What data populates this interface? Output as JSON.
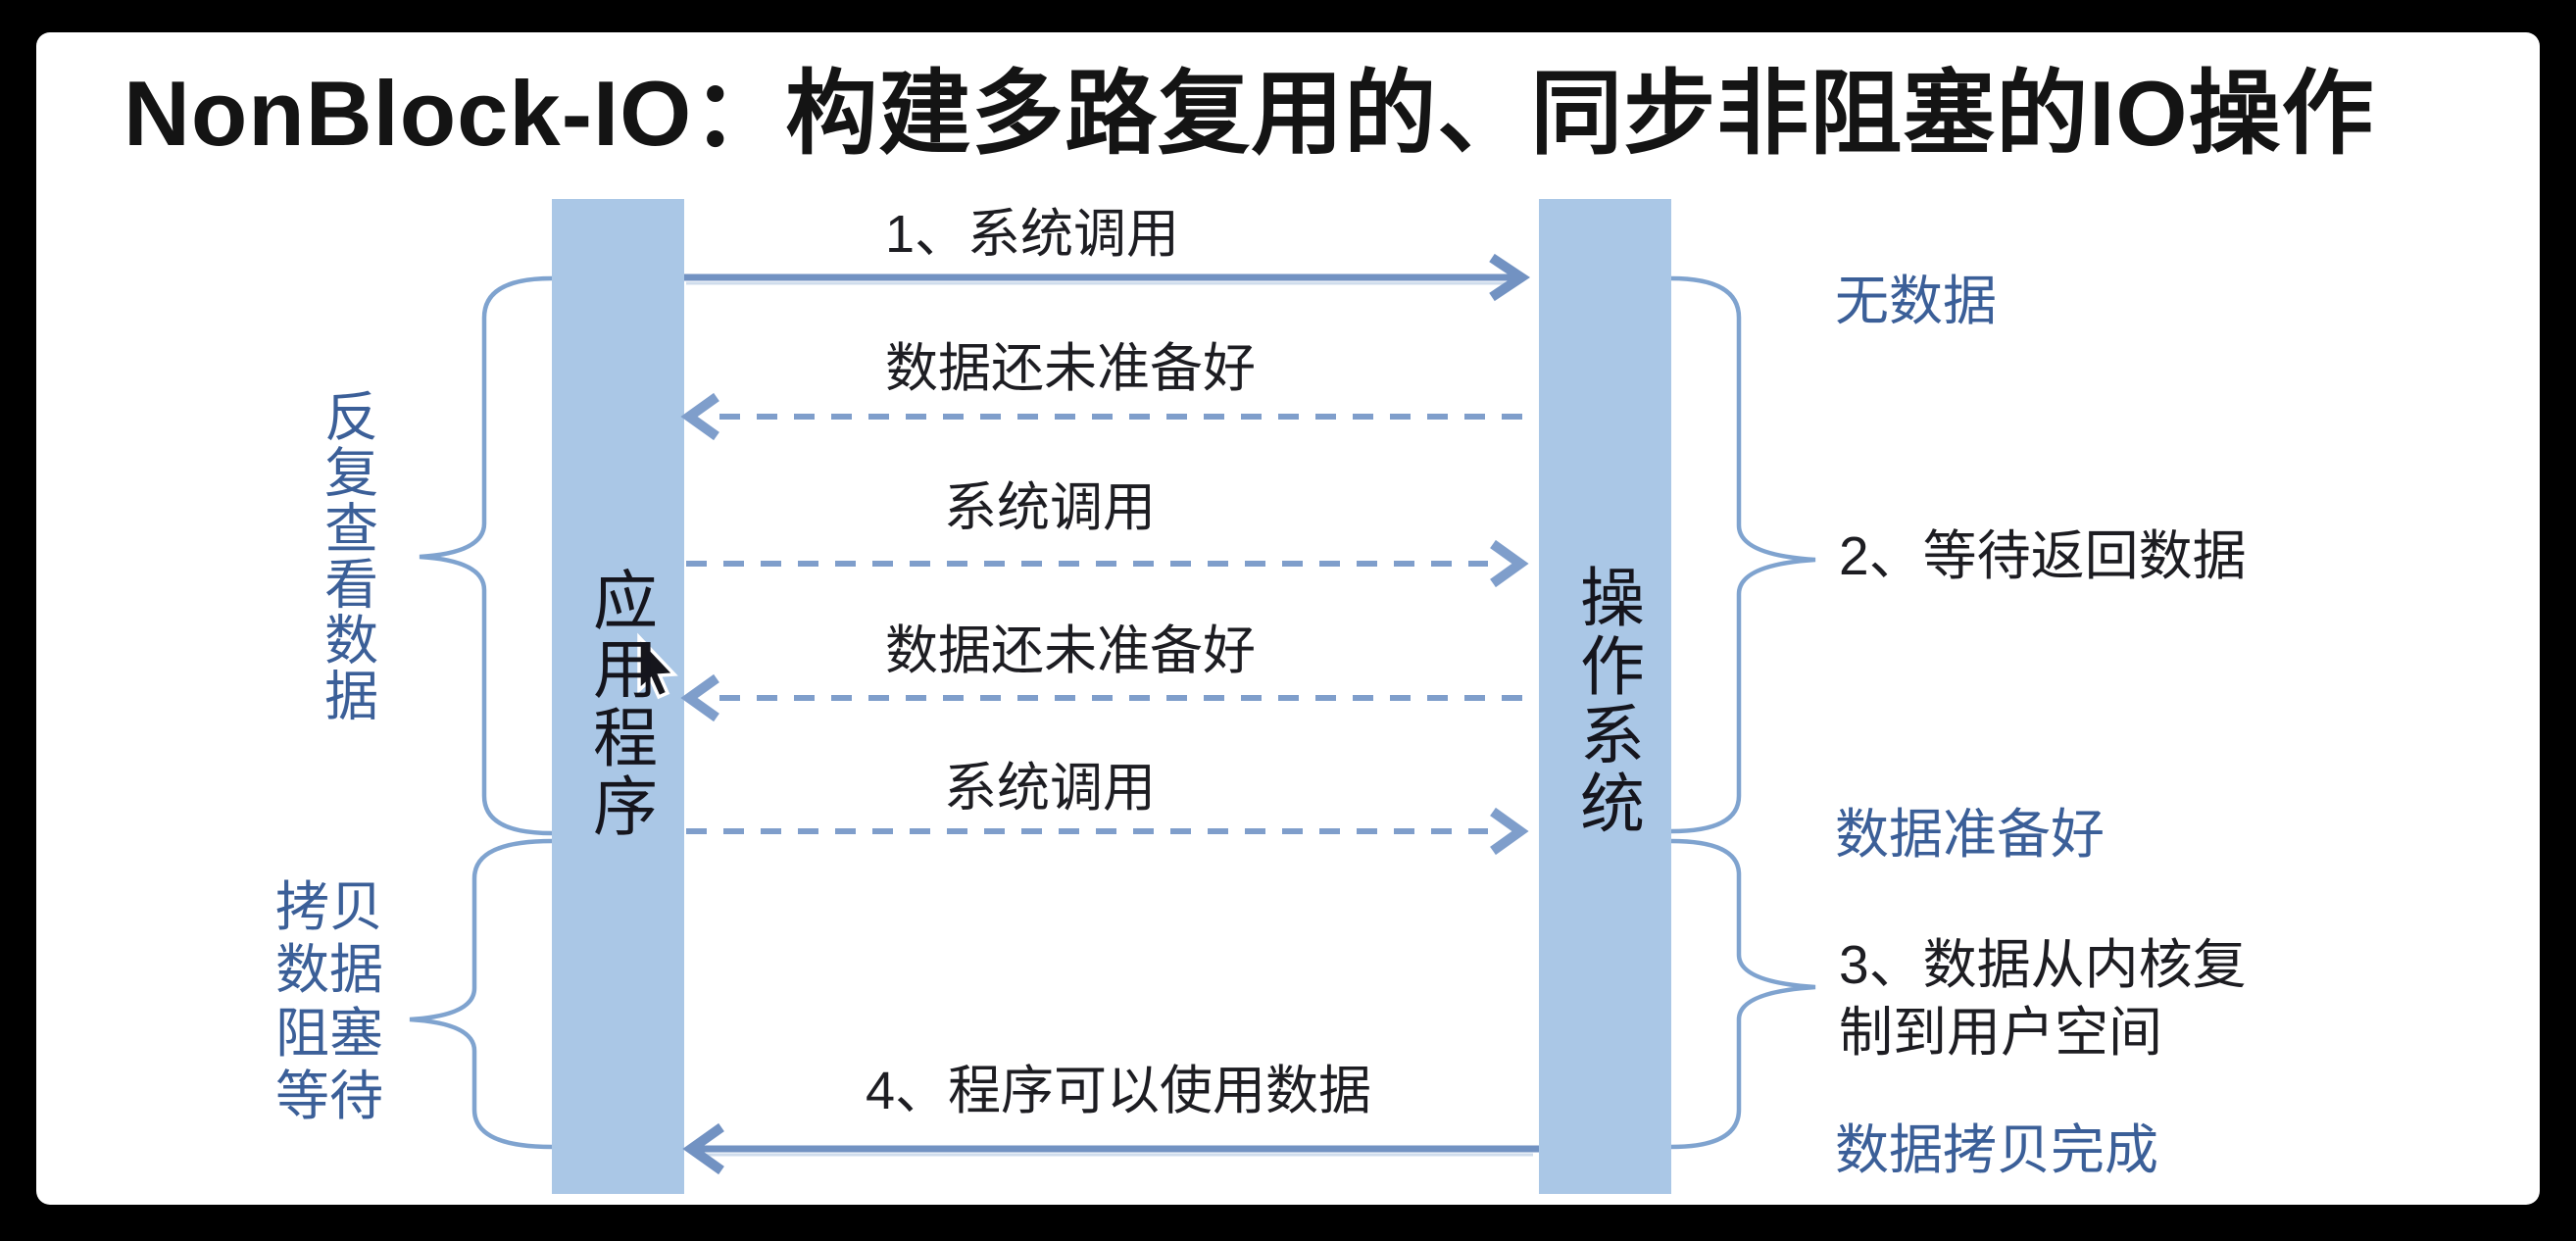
{
  "title": "NonBlock-IO：构建多路复用的、同步非阻塞的IO操作",
  "bars": {
    "app": "应用程序",
    "os": "操作系统"
  },
  "flows": [
    {
      "label": "1、系统调用",
      "style": "solid",
      "direction": "right"
    },
    {
      "label": "数据还未准备好",
      "style": "dashed",
      "direction": "left"
    },
    {
      "label": "系统调用",
      "style": "dashed",
      "direction": "right"
    },
    {
      "label": "数据还未准备好",
      "style": "dashed",
      "direction": "left"
    },
    {
      "label": "系统调用",
      "style": "dashed",
      "direction": "right"
    },
    {
      "label": "4、程序可以使用数据",
      "style": "solid",
      "direction": "left"
    }
  ],
  "left_annotations": {
    "repeat_check": "反复查看数据",
    "copy_lines": [
      "拷贝",
      "数据",
      "阻塞",
      "等待"
    ]
  },
  "right_annotations": {
    "no_data": "无数据",
    "step2": "2、等待返回数据",
    "data_ready": "数据准备好",
    "step3_line1": "3、数据从内核复",
    "step3_line2": "制到用户空间",
    "copy_done": "数据拷贝完成"
  },
  "colors": {
    "background": "#000000",
    "panel": "#ffffff",
    "bar_fill": "#aac7e6",
    "arrow_solid": "#7292c2",
    "arrow_dashed": "#7f9ecb",
    "brace": "#7fa3cf",
    "blue_text": "#3b5f98",
    "black_text": "#1d1d22"
  }
}
